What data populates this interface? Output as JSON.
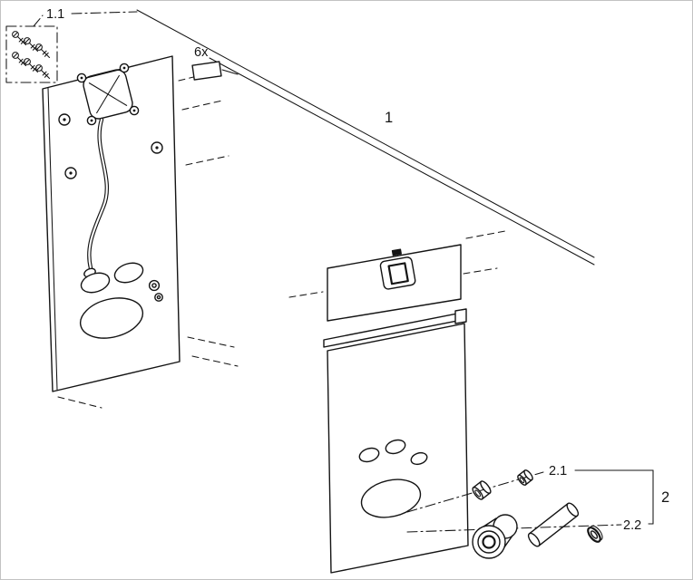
{
  "diagram": {
    "labels": {
      "part_1_1": "1.1",
      "fastener_qty": "6x",
      "assembly_1": "1",
      "part_2_1": "2.1",
      "part_2_2": "2.2",
      "assembly_2": "2"
    },
    "colors": {
      "line": "#141414",
      "background": "#ffffff",
      "page_border": "#c2c2c2"
    }
  }
}
